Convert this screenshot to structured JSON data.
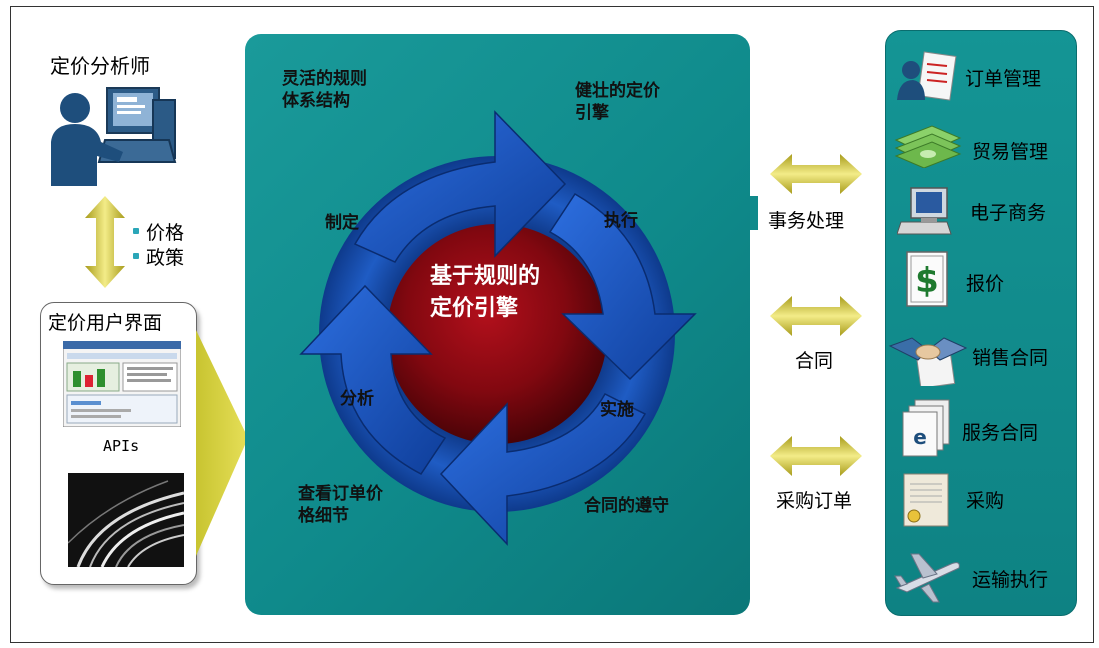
{
  "left": {
    "analyst_title": "定价分析师",
    "policy_line1": "价格",
    "policy_line2": "政策",
    "ui_title": "定价用户界面",
    "apis_label": "APIs"
  },
  "center": {
    "corner_tl": "灵活的规则\n体系结构",
    "corner_tr": "健壮的定价\n引擎",
    "corner_bl": "查看订单价\n格细节",
    "corner_br": "合同的遵守",
    "core_line1": "基于规则的",
    "core_line2": "定价引擎",
    "cycle": [
      "制定",
      "执行",
      "实施",
      "分析"
    ]
  },
  "connectors": {
    "transaction": "事务处理",
    "contract": "合同",
    "purchase_order": "采购订单"
  },
  "right_items": [
    {
      "label": "订单管理",
      "icon": "order-management-icon"
    },
    {
      "label": "贸易管理",
      "icon": "money-stack-icon"
    },
    {
      "label": "电子商务",
      "icon": "computer-icon"
    },
    {
      "label": "报价",
      "icon": "dollar-document-icon"
    },
    {
      "label": "销售合同",
      "icon": "handshake-icon"
    },
    {
      "label": "服务合同",
      "icon": "document-stack-icon"
    },
    {
      "label": "采购",
      "icon": "purchase-document-icon"
    },
    {
      "label": "运输执行",
      "icon": "airplane-icon"
    }
  ],
  "colors": {
    "teal": "#12908f",
    "arrow_blue": "#1d4fb0",
    "core_red": "#8a0a12",
    "connector_arrow": "#d8cc3a"
  }
}
